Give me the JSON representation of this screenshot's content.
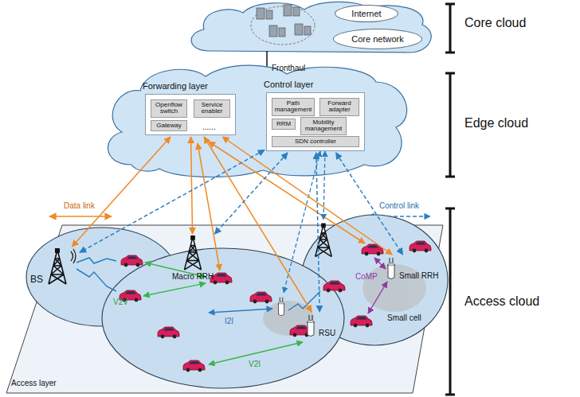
{
  "diagram": {
    "nodes": [
      {
        "text": [
          "Internet"
        ]
      },
      {
        "text": [
          "Core network"
        ]
      },
      {
        "text": [
          "Forwarding layer"
        ]
      },
      {
        "text": [
          "Openflow switch"
        ],
        "in": 2
      },
      {
        "text": [
          "Service enabler"
        ],
        "in": 2
      },
      {
        "text": [
          "Gateway"
        ],
        "in": 2
      },
      {
        "text": [
          "Control layer"
        ]
      },
      {
        "text": [
          "Path management"
        ],
        "in": 6
      },
      {
        "text": [
          "Forward adapter"
        ],
        "in": 6
      },
      {
        "text": [
          "RRM"
        ],
        "in": 6
      },
      {
        "text": [
          "Mobility management"
        ],
        "in": 6
      },
      {
        "text": [
          "SDN controller"
        ],
        "in": 6
      },
      {
        "text": [
          "BS"
        ]
      },
      {
        "text": [
          "Macro RRH"
        ]
      },
      {
        "text": [
          "RSU"
        ]
      },
      {
        "text": [
          "Small RRH"
        ]
      }
    ],
    "edges": [
      {
        "from": 2,
        "to": 12,
        "arrow": "both"
      },
      {
        "from": 2,
        "to": 13,
        "arrow": "both"
      },
      {
        "from": 2,
        "to": 14,
        "arrow": "both"
      },
      {
        "from": 2,
        "to": 15,
        "arrow": "both"
      },
      {
        "from": 6,
        "to": 12,
        "arrow": "both"
      },
      {
        "from": 6,
        "to": 13,
        "arrow": "both"
      },
      {
        "from": 6,
        "to": 14,
        "arrow": "both"
      },
      {
        "from": 6,
        "to": 15,
        "arrow": "both"
      }
    ],
    "labels": [
      "Core cloud",
      "Edge cloud",
      "Access cloud",
      "Fronthaul",
      "......",
      "V2V",
      "I2I",
      "V2I",
      "CoMP",
      "Small cell",
      "Access layer"
    ],
    "legend": [
      {
        "text": "Data link"
      },
      {
        "text": "Control link"
      }
    ]
  }
}
